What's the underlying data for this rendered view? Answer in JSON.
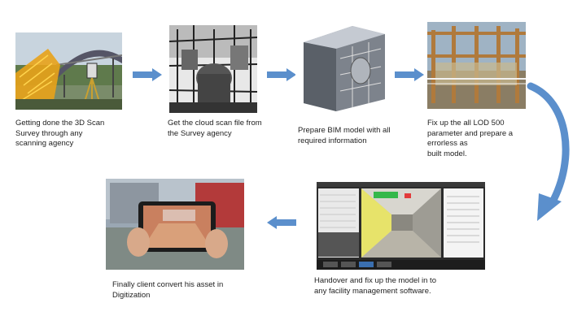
{
  "steps": [
    {
      "caption": "Getting done the 3D Scan\nSurvey through any\nscanning agency",
      "icon": "laser-scanner-bridge-photo"
    },
    {
      "caption": "Get the cloud scan file from\nthe Survey agency",
      "icon": "point-cloud-scan-image"
    },
    {
      "caption": "Prepare BIM model with all\nrequired information",
      "icon": "bim-model-render"
    },
    {
      "caption": "Fix up the all LOD 500\nparameter and prepare a\nerrorless as\n        built model.",
      "icon": "as-built-construction-photo"
    },
    {
      "caption": "Handover and  fix up the model in to\nany facility management software.",
      "icon": "facility-management-software-screenshot"
    },
    {
      "caption": "Finally client convert his asset in\nDigitization",
      "icon": "tablet-ar-digitization-photo"
    }
  ],
  "colors": {
    "arrow": "#5b8fcc",
    "text": "#222222"
  }
}
